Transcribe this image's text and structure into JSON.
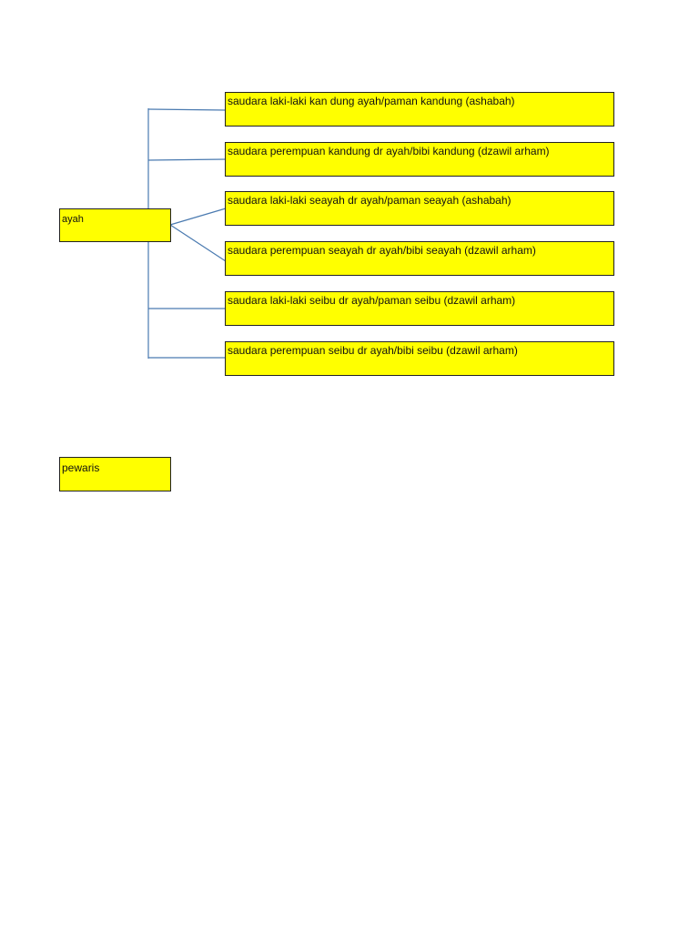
{
  "diagram": {
    "root": {
      "label": "ayah"
    },
    "children": [
      {
        "label": "saudara laki-laki kan  dung ayah/paman kandung (ashabah)"
      },
      {
        "label": "saudara perempuan kandung dr ayah/bibi kandung (dzawil arham)"
      },
      {
        "label": "saudara laki-laki seayah dr  ayah/paman seayah (ashabah)"
      },
      {
        "label": "saudara perempuan seayah dr ayah/bibi seayah (dzawil arham)"
      },
      {
        "label": "saudara laki-laki seibu dr ayah/paman seibu (dzawil arham)"
      },
      {
        "label": "saudara perempuan seibu dr ayah/bibi seibu (dzawil arham)"
      }
    ],
    "standalone": {
      "label": "pewaris"
    }
  },
  "colors": {
    "box_fill": "#ffff00",
    "box_border": "#222222",
    "connector": "#4a7ab0"
  }
}
